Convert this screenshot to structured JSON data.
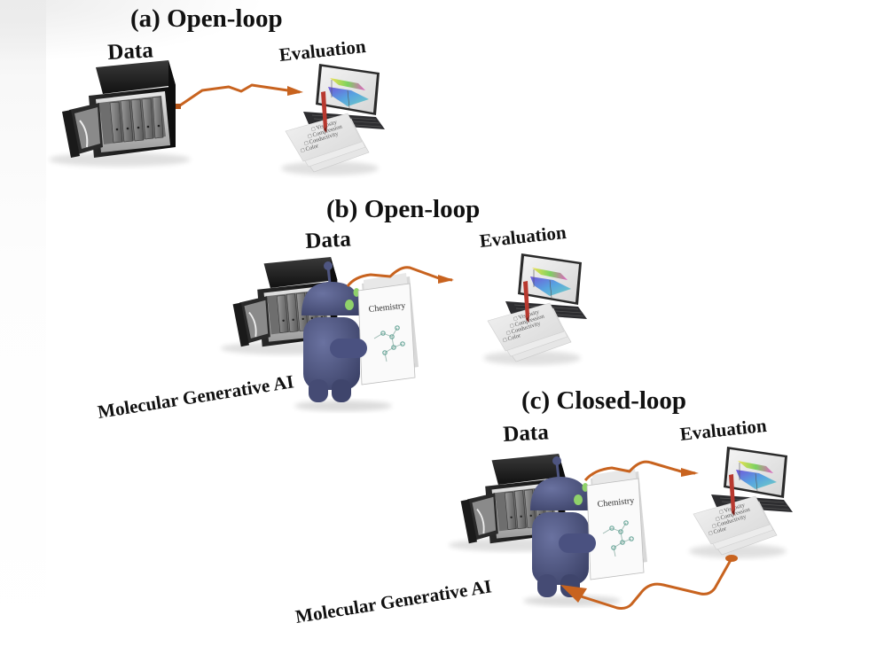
{
  "figure": {
    "colors": {
      "arrow": "#c8631f",
      "robot": "#4e5580",
      "robot_eye": "#8fd16a",
      "server": "#1c1c1c",
      "pen": "#b8392f",
      "text": "#111111"
    },
    "panels": [
      {
        "id": "a",
        "title": "(a) Open-loop",
        "data_label": "Data",
        "evaluation_label": "Evaluation",
        "has_generative_ai": false,
        "closed_loop": false
      },
      {
        "id": "b",
        "title": "(b) Open-loop",
        "data_label": "Data",
        "evaluation_label": "Evaluation",
        "generative_ai_label": "Molecular Generative AI",
        "book_title": "Chemistry",
        "has_generative_ai": true,
        "closed_loop": false
      },
      {
        "id": "c",
        "title": "(c) Closed-loop",
        "data_label": "Data",
        "evaluation_label": "Evaluation",
        "generative_ai_label": "Molecular Generative AI",
        "book_title": "Chemistry",
        "has_generative_ai": true,
        "closed_loop": true
      }
    ],
    "checklist": [
      "Viscosity",
      "Compression",
      "Conductivity",
      "Color"
    ]
  }
}
